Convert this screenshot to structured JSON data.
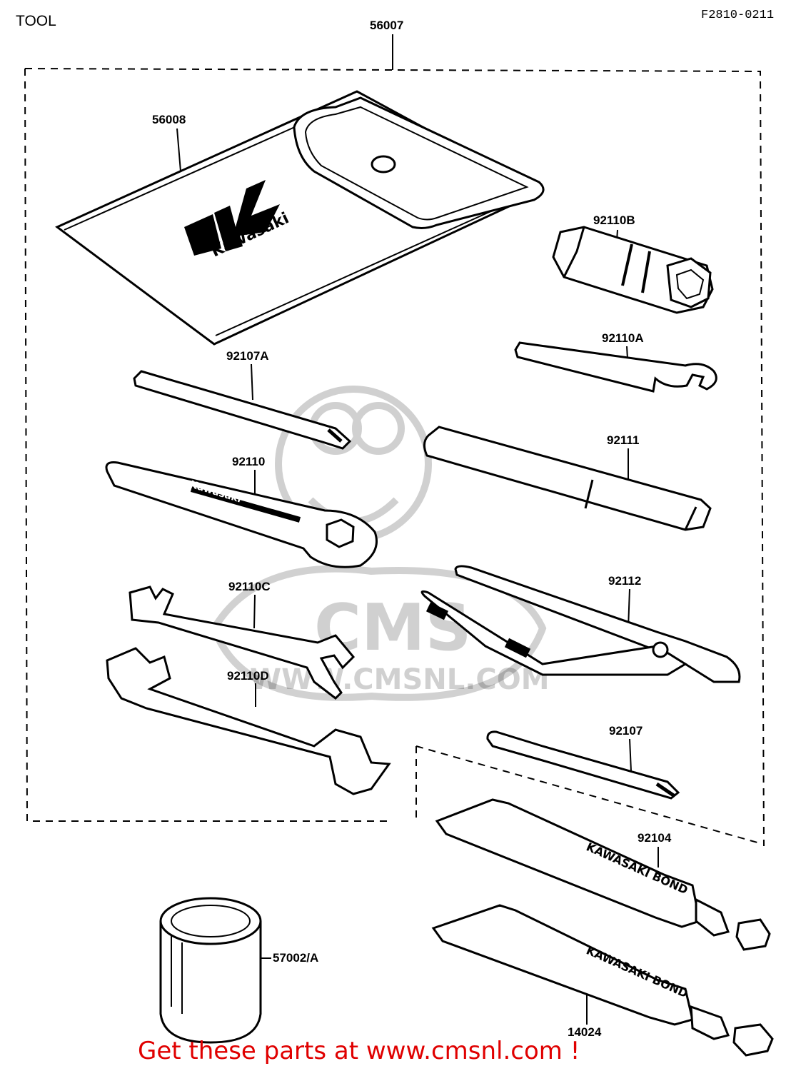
{
  "diagram": {
    "title": "TOOL",
    "drawing_code": "F2810-0211",
    "brand_on_pouch": "Kawasaki",
    "brand_on_wrench": "Kawasaki",
    "tube_label_1": "KAWASAKI BOND",
    "tube_label_2": "KAWASAKI BOND",
    "watermark_text": "CMS",
    "watermark_url": "WWW.CMSNL.COM"
  },
  "parts": [
    {
      "number": "56007"
    },
    {
      "number": "56008"
    },
    {
      "number": "92110B"
    },
    {
      "number": "92110A"
    },
    {
      "number": "92107A"
    },
    {
      "number": "92111"
    },
    {
      "number": "92110"
    },
    {
      "number": "92110C"
    },
    {
      "number": "92112"
    },
    {
      "number": "92110D"
    },
    {
      "number": "92107"
    },
    {
      "number": "92104"
    },
    {
      "number": "57002/A"
    },
    {
      "number": "14024"
    }
  ],
  "footer": {
    "text": "Get these parts at www.cmsnl.com !",
    "color": "#e00000"
  }
}
